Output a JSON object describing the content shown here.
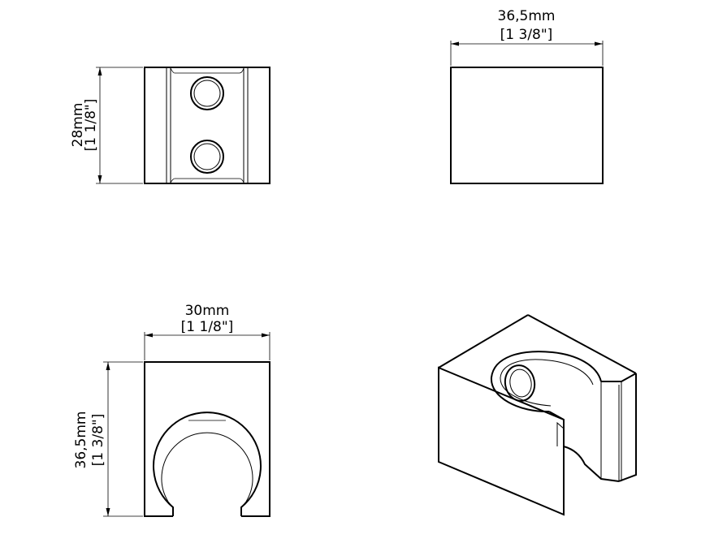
{
  "views": {
    "top": {
      "height_mm": "28mm",
      "height_in": "[1 1/8\"]"
    },
    "side": {
      "width_mm": "36,5mm",
      "width_in": "[1 3/8\"]"
    },
    "front": {
      "width_mm": "30mm",
      "width_in": "[1 1/8\"]",
      "height_mm": "36,5mm",
      "height_in": "[1 3/8\"]"
    }
  }
}
